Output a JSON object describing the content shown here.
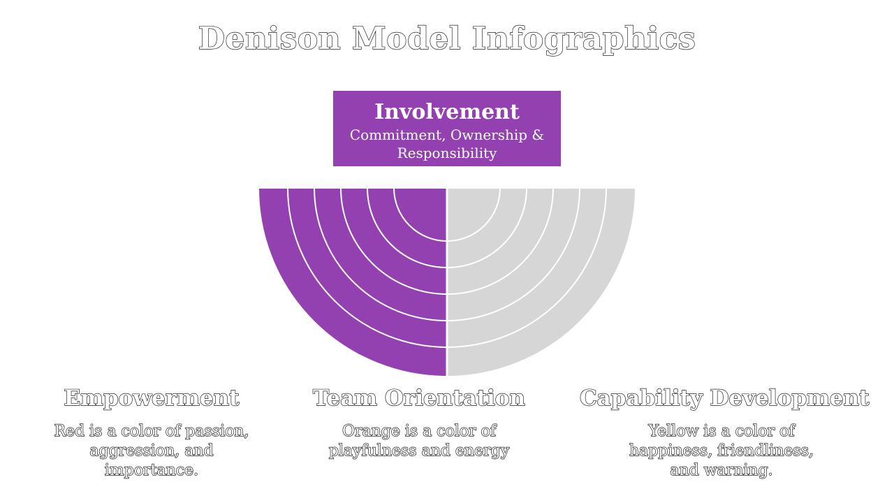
{
  "title": "Denison Model Infographics",
  "highlight": {
    "heading": "Involvement",
    "subtitle": "Commitment, Ownership & Responsibility"
  },
  "colors": {
    "accent": "#9340b0",
    "inactive": "#d6d6d6",
    "ring_stroke": "#ffffff"
  },
  "diagram": {
    "ring_count": 6,
    "left_half": "purple",
    "right_half": "gray"
  },
  "columns": [
    {
      "heading": "Empowerment",
      "text": "Red is a color of passion, aggression, and importance."
    },
    {
      "heading": "Team Orientation",
      "text": "Orange is a color of playfulness and energy"
    },
    {
      "heading": "Capability Development",
      "text": "Yellow is a color of happiness, friendliness, and warning."
    }
  ]
}
